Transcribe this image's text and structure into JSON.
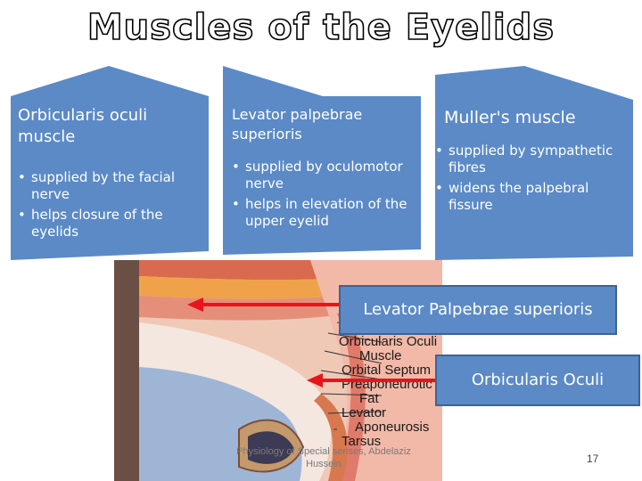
{
  "title": "Muscles of the Eyelids",
  "cards": [
    {
      "heading": "Orbicularis oculi muscle",
      "bullets": [
        "supplied by the facial nerve",
        "helps closure of the eyelids"
      ]
    },
    {
      "heading": "Levator palpebrae superioris",
      "bullets": [
        "supplied by oculomotor nerve",
        "helps in elevation of the upper eyelid"
      ]
    },
    {
      "heading": "Muller's muscle",
      "bullets": [
        "supplied by sympathetic fibres",
        "widens the palpebral fissure"
      ]
    }
  ],
  "diagram_labels": [
    "Orbicularis Oculi",
    "Muscle",
    "Orbital Septum",
    "Preaponeurotic",
    "Fat",
    "Levator",
    "Aponeurosis",
    "Tarsus"
  ],
  "callouts": {
    "levator": "Levator Palpebrae superioris",
    "orbicularis": "Orbicularis Oculi"
  },
  "footer": "Physiology of Special senses, Abdelaziz Hussein",
  "page_number": "17",
  "colors": {
    "card_blue": "#5b8ac6",
    "arrow_red": "#e8141a"
  }
}
